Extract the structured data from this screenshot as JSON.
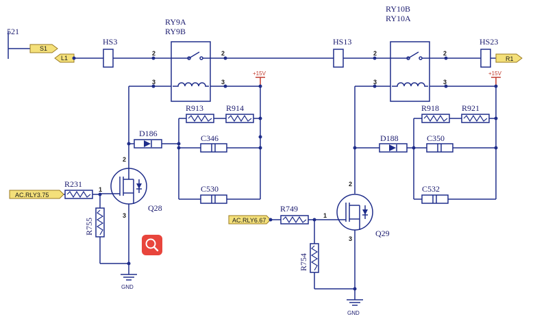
{
  "components": {
    "relay_a": [
      "RY9A",
      "RY9B"
    ],
    "relay_b": [
      "RY10B",
      "RY10A"
    ],
    "hs3": "HS3",
    "hs13": "HS13",
    "hs23": "HS23",
    "r913": "R913",
    "r914": "R914",
    "r918": "R918",
    "r921": "R921",
    "c346": "C346",
    "c530": "C530",
    "c350": "C350",
    "c532": "C532",
    "d186": "D186",
    "d188": "D188",
    "r231": "R231",
    "r755": "R755",
    "r749": "R749",
    "r754": "R754",
    "q28": "Q28",
    "q29": "Q29",
    "partial_label": "521"
  },
  "ports": {
    "s1": "S1",
    "l1": "L1",
    "r1": "R1",
    "ac_rly_375": "AC.RLY3.75",
    "ac_rly_667": "AC.RLY6.67"
  },
  "power": {
    "v15_left": "+15V",
    "v15_right": "+15V",
    "gnd_left": "GND",
    "gnd_right": "GND"
  },
  "pins": {
    "p2": "2",
    "p3": "3",
    "p1": "1"
  },
  "toolbar": {
    "zoom_icon": "zoom-in-icon",
    "zoom_color": "#e8453c"
  },
  "colors": {
    "wire": "#1f2d8a",
    "power": "#c0392b",
    "port": "#f4e07a"
  }
}
